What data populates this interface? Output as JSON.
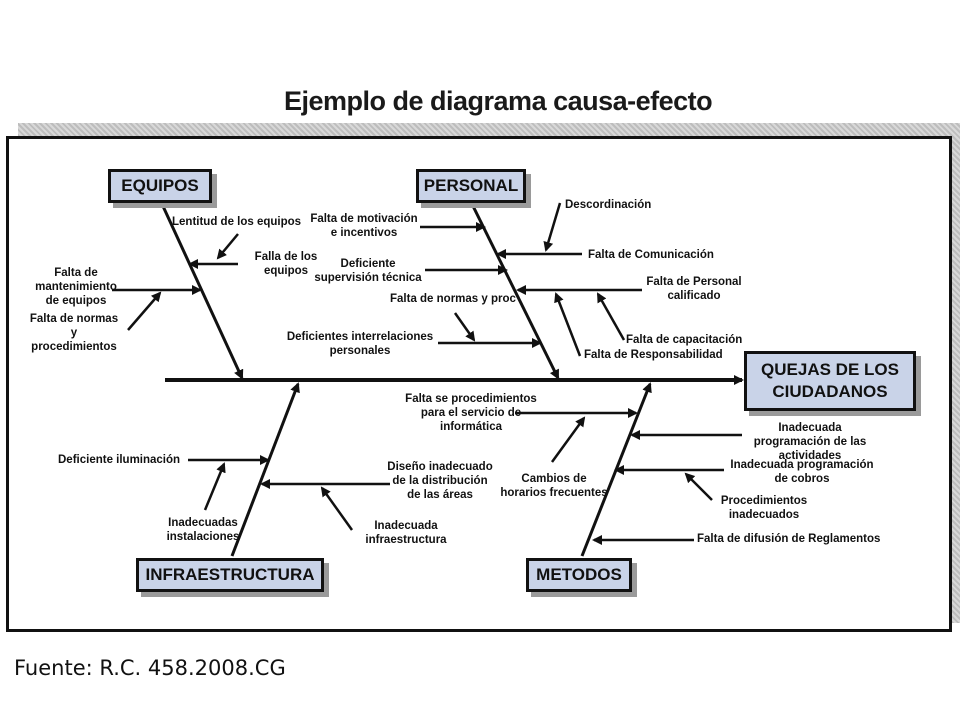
{
  "title": "Ejemplo de diagrama causa-efecto",
  "effect": "QUEJAS DE LOS CIUDADANOS",
  "categories": {
    "equipos": "EQUIPOS",
    "personal": "PERSONAL",
    "infraestructura": "INFRAESTRUCTURA",
    "metodos": "METODOS"
  },
  "causes": {
    "equipos": [
      "Lentitud de los equipos",
      "Falla de los equipos",
      "Falta de mantenimiento de equipos",
      "Falta de normas y procedimientos"
    ],
    "personal": [
      "Falta de motivación e incentivos",
      "Deficiente supervisión técnica",
      "Falta de normas y proc",
      "Deficientes interrelaciones personales",
      "Descordinación",
      "Falta de Comunicación",
      "Falta de Personal calificado",
      "Falta de capacitación",
      "Falta de Responsabilidad"
    ],
    "infraestructura": [
      "Deficiente iluminación",
      "Inadecuadas instalaciones",
      "Diseño inadecuado de la distribución de las áreas",
      "Inadecuada infraestructura"
    ],
    "metodos": [
      "Falta se procedimientos para el servicio de informática",
      "Cambios de horarios frecuentes",
      "Inadecuada programación de las actividades",
      "Inadecuada programación de cobros",
      "Procedimientos inadecuados",
      "Falta de difusión de Reglamentos"
    ]
  },
  "source": "Fuente: R.C. 458.2008.CG"
}
